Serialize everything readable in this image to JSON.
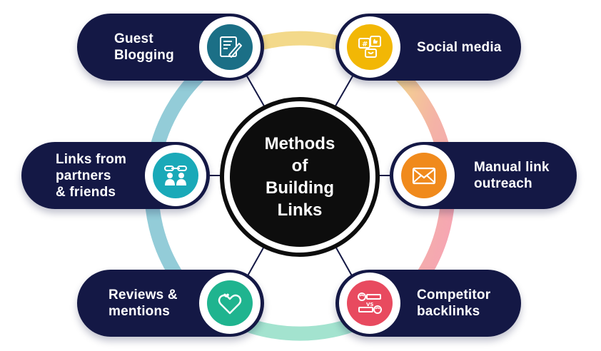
{
  "center": {
    "title": "Methods\nof\nBuilding\nLinks"
  },
  "methods": [
    {
      "id": "guest",
      "label": "Guest\nBlogging",
      "icon": "pencil-note-icon",
      "color": "#1b6f86"
    },
    {
      "id": "social",
      "label": "Social media",
      "icon": "social-chat-icon",
      "color": "#f2b705"
    },
    {
      "id": "links",
      "label": "Links from\npartners\n& friends",
      "icon": "partners-link-icon",
      "color": "#1aa9b8"
    },
    {
      "id": "manual",
      "label": "Manual link\noutreach",
      "icon": "envelope-icon",
      "color": "#f08a1c"
    },
    {
      "id": "reviews",
      "label": "Reviews &\nmentions",
      "icon": "heart-icon",
      "color": "#1fb48f"
    },
    {
      "id": "comp",
      "label": "Competitor\nbacklinks",
      "icon": "versus-users-icon",
      "color": "#e84a5f"
    }
  ],
  "colors": {
    "pill": "#141845",
    "center": "#0d0d0d",
    "ring_top": "#f3d98a",
    "ring_right": "#f4b9a0",
    "ring_bottom": "#a3e3cf",
    "ring_left": "#8fc9d6"
  }
}
